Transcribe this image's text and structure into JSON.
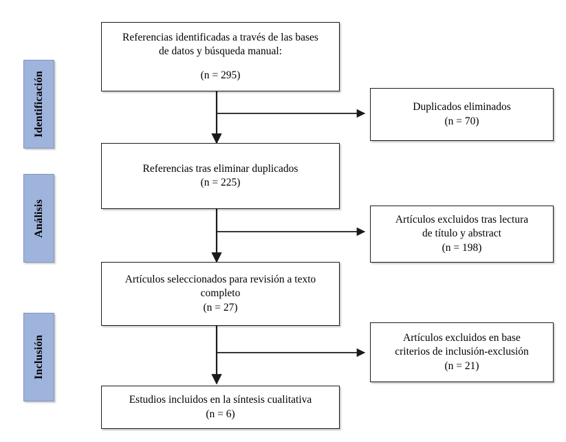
{
  "diagram": {
    "type": "prisma-flow-diagram",
    "language": "es",
    "accent_color": "#9FB4DC",
    "line_color": "#1a1a1a"
  },
  "stages": [
    {
      "id": "identificacion",
      "label": "Identificación"
    },
    {
      "id": "analisis",
      "label": "Análisis"
    },
    {
      "id": "inclusion",
      "label": "Inclusión"
    }
  ],
  "boxes": {
    "identified": {
      "line1": "Referencias identificadas a través de las bases",
      "line2": "de datos y búsqueda manual:",
      "count": "(n = 295)",
      "n": 295
    },
    "duplicates_removed": {
      "line1": "Duplicados eliminados",
      "count": "(n = 70)",
      "n": 70
    },
    "after_duplicates": {
      "line1": "Referencias tras eliminar duplicados",
      "count": "(n = 225)",
      "n": 225
    },
    "excluded_title_abstract": {
      "line1": "Artículos excluidos tras lectura",
      "line2": "de título y abstract",
      "count": "(n = 198)",
      "n": 198
    },
    "fulltext_selected": {
      "line1": "Artículos seleccionados para revisión a texto",
      "line2": "completo",
      "count": "(n = 27)",
      "n": 27
    },
    "excluded_criteria": {
      "line1": "Artículos excluidos en base",
      "line2": "criterios de inclusión-exclusión",
      "count": "(n = 21)",
      "n": 21
    },
    "included_synthesis": {
      "line1": "Estudios incluidos en la síntesis cualitativa",
      "count": "(n = 6)",
      "n": 6
    }
  }
}
